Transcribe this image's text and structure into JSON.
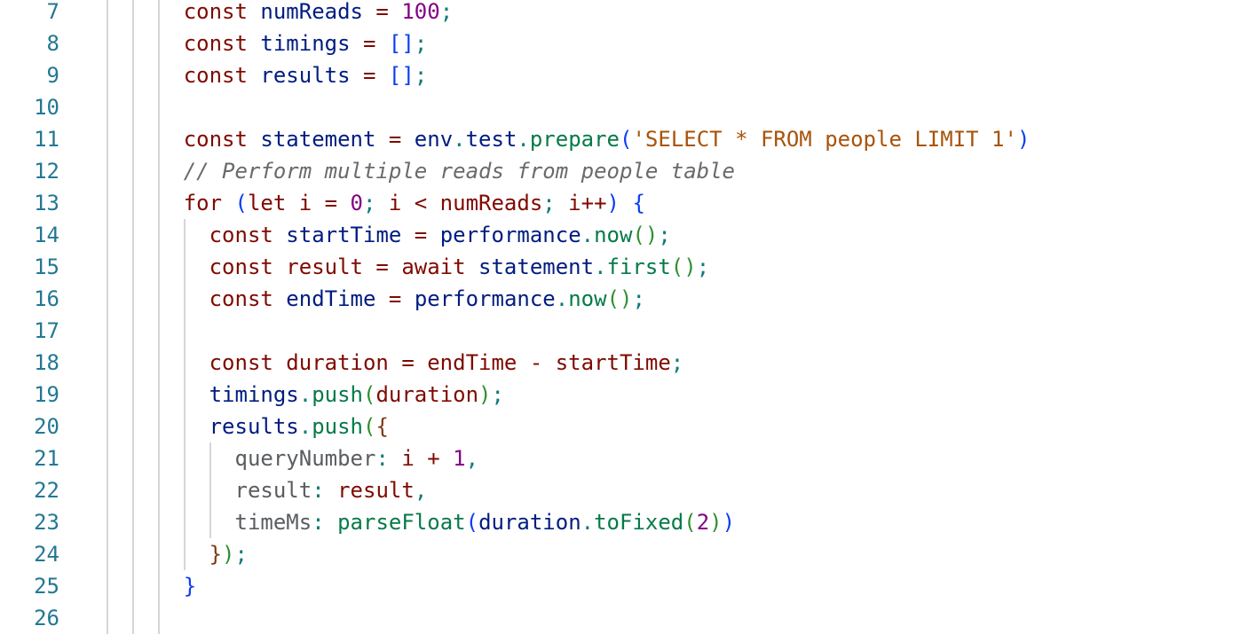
{
  "editor": {
    "lines": [
      {
        "num": "7",
        "indent": 3,
        "tokens": [
          [
            "const",
            "k"
          ],
          [
            " ",
            "t"
          ],
          [
            "numReads",
            "v"
          ],
          [
            " = ",
            "k"
          ],
          [
            "100",
            "n"
          ],
          [
            ";",
            "p"
          ]
        ]
      },
      {
        "num": "8",
        "indent": 3,
        "tokens": [
          [
            "const",
            "k"
          ],
          [
            " ",
            "t"
          ],
          [
            "timings",
            "v"
          ],
          [
            " = ",
            "k"
          ],
          [
            "[]",
            "b1"
          ],
          [
            ";",
            "p"
          ]
        ]
      },
      {
        "num": "9",
        "indent": 3,
        "tokens": [
          [
            "const",
            "k"
          ],
          [
            " ",
            "t"
          ],
          [
            "results",
            "v"
          ],
          [
            " = ",
            "k"
          ],
          [
            "[]",
            "b1"
          ],
          [
            ";",
            "p"
          ]
        ]
      },
      {
        "num": "10",
        "indent": 3,
        "tokens": []
      },
      {
        "num": "11",
        "indent": 3,
        "tokens": [
          [
            "const",
            "k"
          ],
          [
            " ",
            "t"
          ],
          [
            "statement",
            "v"
          ],
          [
            " = ",
            "k"
          ],
          [
            "env",
            "v"
          ],
          [
            ".",
            "p"
          ],
          [
            "test",
            "v"
          ],
          [
            ".",
            "p"
          ],
          [
            "prepare",
            "f"
          ],
          [
            "(",
            "b1"
          ],
          [
            "'SELECT * FROM people LIMIT 1'",
            "s"
          ],
          [
            ")",
            "b1"
          ]
        ]
      },
      {
        "num": "12",
        "indent": 3,
        "tokens": [
          [
            "// Perform multiple reads from people table",
            "c"
          ]
        ]
      },
      {
        "num": "13",
        "indent": 3,
        "tokens": [
          [
            "for ",
            "k"
          ],
          [
            "(",
            "b1"
          ],
          [
            "let i = ",
            "k"
          ],
          [
            "0",
            "n"
          ],
          [
            ";",
            "p"
          ],
          [
            " i < numReads",
            "k"
          ],
          [
            ";",
            "p"
          ],
          [
            " i++",
            "k"
          ],
          [
            ")",
            "b1"
          ],
          [
            " ",
            "t"
          ],
          [
            "{",
            "b1"
          ]
        ]
      },
      {
        "num": "14",
        "indent": 4,
        "tokens": [
          [
            "const",
            "k"
          ],
          [
            " ",
            "t"
          ],
          [
            "startTime",
            "v"
          ],
          [
            " = ",
            "k"
          ],
          [
            "performance",
            "v"
          ],
          [
            ".",
            "p"
          ],
          [
            "now",
            "f"
          ],
          [
            "()",
            "b2"
          ],
          [
            ";",
            "p"
          ]
        ]
      },
      {
        "num": "15",
        "indent": 4,
        "tokens": [
          [
            "const result = await ",
            "k"
          ],
          [
            "statement",
            "v"
          ],
          [
            ".",
            "p"
          ],
          [
            "first",
            "f"
          ],
          [
            "()",
            "b2"
          ],
          [
            ";",
            "p"
          ]
        ]
      },
      {
        "num": "16",
        "indent": 4,
        "tokens": [
          [
            "const",
            "k"
          ],
          [
            " ",
            "t"
          ],
          [
            "endTime",
            "v"
          ],
          [
            " = ",
            "k"
          ],
          [
            "performance",
            "v"
          ],
          [
            ".",
            "p"
          ],
          [
            "now",
            "f"
          ],
          [
            "()",
            "b2"
          ],
          [
            ";",
            "p"
          ]
        ]
      },
      {
        "num": "17",
        "indent": 4,
        "tokens": []
      },
      {
        "num": "18",
        "indent": 4,
        "tokens": [
          [
            "const duration = endTime - startTime",
            "k"
          ],
          [
            ";",
            "p"
          ]
        ]
      },
      {
        "num": "19",
        "indent": 4,
        "tokens": [
          [
            "timings",
            "v"
          ],
          [
            ".",
            "p"
          ],
          [
            "push",
            "f"
          ],
          [
            "(",
            "b2"
          ],
          [
            "duration",
            "k"
          ],
          [
            ")",
            "b2"
          ],
          [
            ";",
            "p"
          ]
        ]
      },
      {
        "num": "20",
        "indent": 4,
        "tokens": [
          [
            "results",
            "v"
          ],
          [
            ".",
            "p"
          ],
          [
            "push",
            "f"
          ],
          [
            "(",
            "b2"
          ],
          [
            "{",
            "b3"
          ]
        ]
      },
      {
        "num": "21",
        "indent": 5,
        "tokens": [
          [
            "queryNumber",
            "pr"
          ],
          [
            ":",
            "p"
          ],
          [
            " i + ",
            "k"
          ],
          [
            "1",
            "n"
          ],
          [
            ",",
            "p"
          ]
        ]
      },
      {
        "num": "22",
        "indent": 5,
        "tokens": [
          [
            "result",
            "pr"
          ],
          [
            ":",
            "p"
          ],
          [
            " result",
            "k"
          ],
          [
            ",",
            "p"
          ]
        ]
      },
      {
        "num": "23",
        "indent": 5,
        "tokens": [
          [
            "timeMs",
            "pr"
          ],
          [
            ":",
            "p"
          ],
          [
            " ",
            "t"
          ],
          [
            "parseFloat",
            "f"
          ],
          [
            "(",
            "b1"
          ],
          [
            "duration",
            "v"
          ],
          [
            ".",
            "p"
          ],
          [
            "toFixed",
            "f"
          ],
          [
            "(",
            "b2"
          ],
          [
            "2",
            "n"
          ],
          [
            ")",
            "b2"
          ],
          [
            ")",
            "b1"
          ]
        ]
      },
      {
        "num": "24",
        "indent": 4,
        "tokens": [
          [
            "}",
            "b3"
          ],
          [
            ")",
            "b2"
          ],
          [
            ";",
            "p"
          ]
        ]
      },
      {
        "num": "25",
        "indent": 3,
        "tokens": [
          [
            "}",
            "b1"
          ]
        ]
      },
      {
        "num": "26",
        "indent": 3,
        "tokens": []
      }
    ]
  }
}
